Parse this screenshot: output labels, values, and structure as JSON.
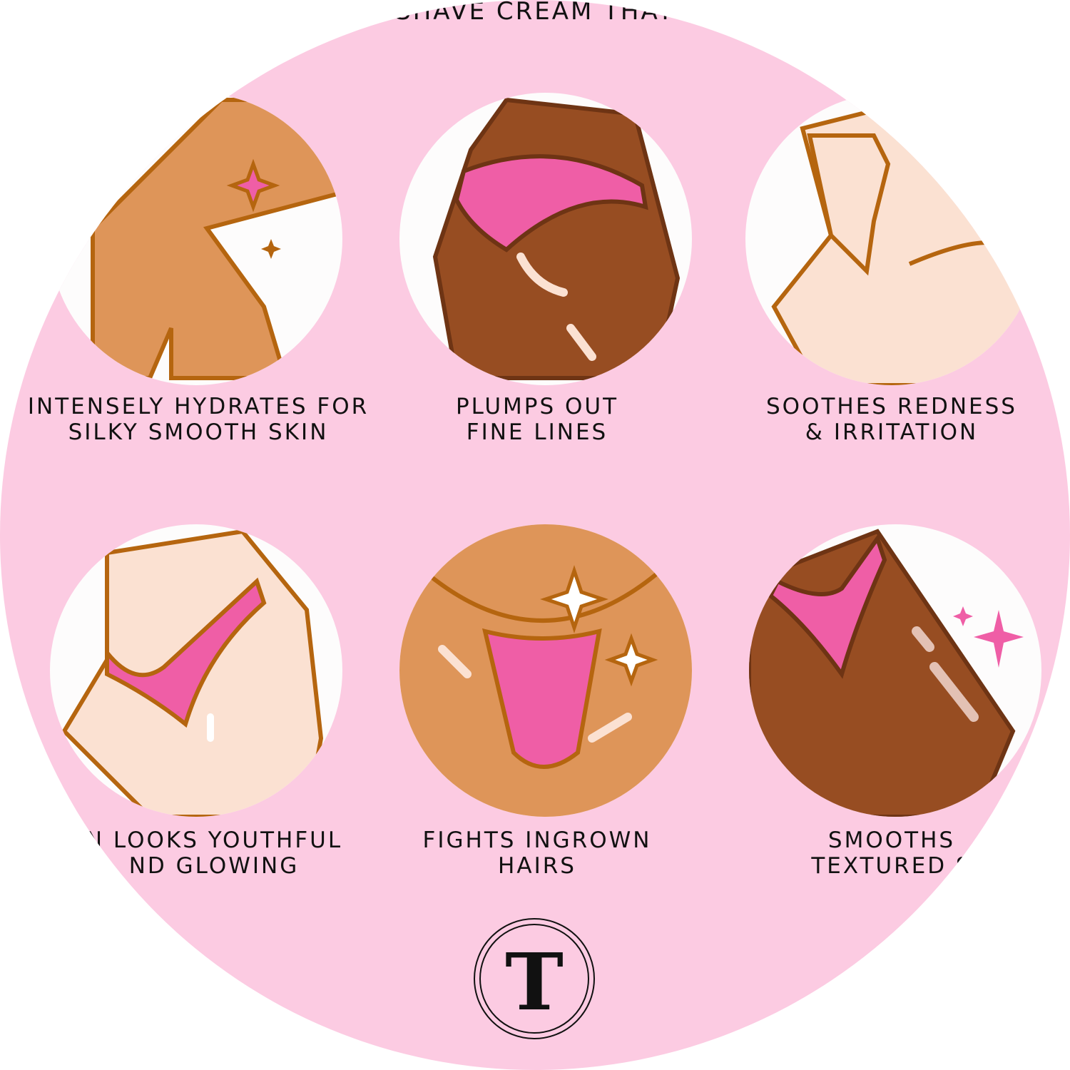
{
  "headline": "SHAVE CREAM THAT",
  "benefits": [
    {
      "line1": "INTENSELY HYDRATES FOR",
      "line2": "SILKY SMOOTH SKIN"
    },
    {
      "line1": "PLUMPS OUT",
      "line2": "FINE LINES"
    },
    {
      "line1": "SOOTHES REDNESS",
      "line2": "& IRRITATION"
    },
    {
      "line1": "N LOOKS YOUTHFUL",
      "line2": "ND GLOWING"
    },
    {
      "line1": "FIGHTS INGROWN",
      "line2": "HAIRS"
    },
    {
      "line1": "SMOOTHS",
      "line2": "TEXTURED S"
    }
  ],
  "logo": {
    "letter": "T"
  },
  "colors": {
    "pink_bg": "#fccbe2",
    "bikini": "#ef5ea6",
    "outline": "#b5650f",
    "tan": "#de9559",
    "dark": "#974d22",
    "light": "#fbe1d2"
  }
}
